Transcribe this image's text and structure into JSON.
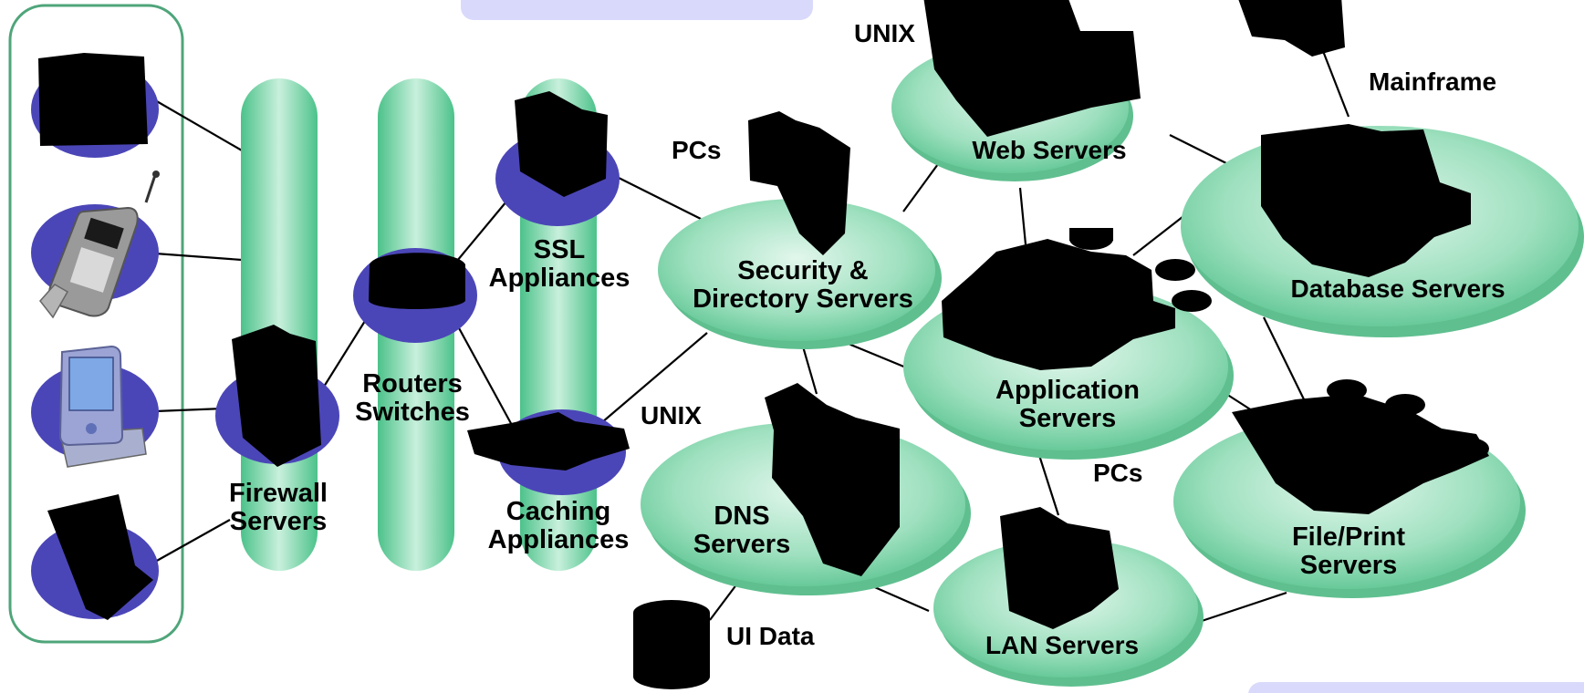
{
  "labels": {
    "firewall_1": "Firewall",
    "firewall_2": "Servers",
    "routers_1": "Routers",
    "routers_2": "Switches",
    "ssl_1": "SSL",
    "ssl_2": "Appliances",
    "caching_1": "Caching",
    "caching_2": "Appliances",
    "security_1": "Security &",
    "security_2": "Directory Servers",
    "web": "Web Servers",
    "database": "Database Servers",
    "application_1": "Application",
    "application_2": "Servers",
    "dns_1": "DNS",
    "dns_2": "Servers",
    "lan": "LAN Servers",
    "fileprint_1": "File/Print",
    "fileprint_2": "Servers",
    "os_unix_top": "UNIX",
    "os_unix_mid": "UNIX",
    "os_pcs_left": "PCs",
    "os_pcs_right": "PCs",
    "mainframe": "Mainframe",
    "ui_data": "UI Data"
  },
  "colors": {
    "green_node": "#7fd8ab",
    "green_edge": "#3fb880",
    "green_shadow": "#5fbf8f",
    "blue_node": "#4b46b7",
    "device_frame": "#4fa57a",
    "lavender": "#d9d9fb",
    "server_black": "#000000"
  },
  "icons": {
    "desktop": "desktop-computer-icon",
    "phone": "mobile-phone-icon",
    "pda": "pda-handheld-icon",
    "laptop": "laptop-icon"
  }
}
